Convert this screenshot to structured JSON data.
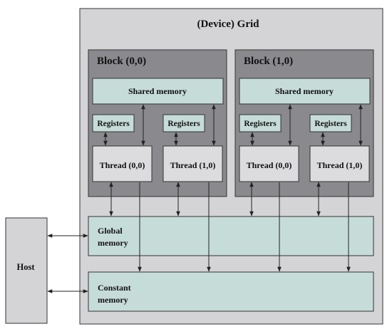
{
  "grid": {
    "title": "(Device) Grid"
  },
  "blocks": [
    {
      "title": "Block (0,0)",
      "shared_memory": "Shared memory",
      "registers": [
        "Registers",
        "Registers"
      ],
      "threads": [
        "Thread (0,0)",
        "Thread (1,0)"
      ]
    },
    {
      "title": "Block (1,0)",
      "shared_memory": "Shared memory",
      "registers": [
        "Registers",
        "Registers"
      ],
      "threads": [
        "Thread (0,0)",
        "Thread (1,0)"
      ]
    }
  ],
  "global_memory": {
    "line1": "Global",
    "line2": "memory"
  },
  "constant_memory": {
    "line1": "Constant",
    "line2": "memory"
  },
  "host": {
    "label": "Host"
  },
  "colors": {
    "grid_fill": "#d4d4d6",
    "block_fill": "#8a8a8e",
    "memory_fill": "#c6dcd8",
    "thread_fill": "#dcdcde",
    "host_fill": "#d4d4d6",
    "stroke": "#333333"
  }
}
